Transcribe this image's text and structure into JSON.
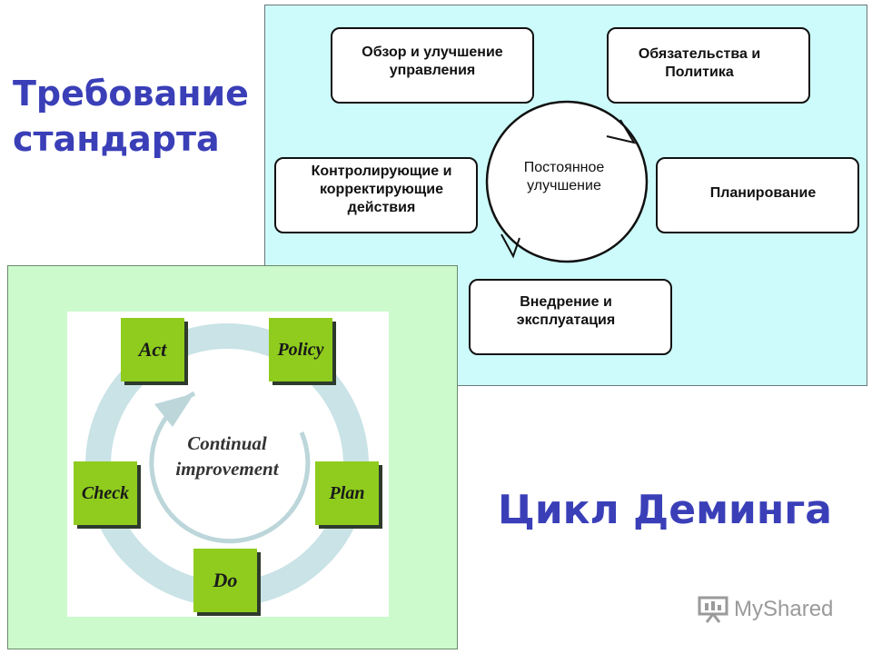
{
  "left_title": [
    "Требование",
    "стандарта"
  ],
  "iso_cycle": {
    "center": [
      "Постоянное",
      "улучшение"
    ],
    "boxes": {
      "review": [
        "Обзор и улучшение",
        "управления"
      ],
      "commitment": [
        "Обязательства и",
        "Политика"
      ],
      "planning": [
        "Планирование"
      ],
      "implementation": [
        "Внедрение и",
        "эксплуатация"
      ],
      "checking": [
        "Контролирующие и",
        "корректирующие",
        "действия"
      ]
    }
  },
  "pdca": {
    "boxes": {
      "act": "Act",
      "policy": "Policy",
      "plan": "Plan",
      "do": "Do",
      "check": "Check"
    },
    "center": [
      "Continual",
      "improvement"
    ],
    "colors": {
      "box": "#8fcc1e",
      "ring": "#c9e3e6",
      "panel": "#cdfacd"
    }
  },
  "right_title": "Цикл Деминга",
  "watermark": "MyShared",
  "colors": {
    "title": "#3a3fb8",
    "top_panel": "#cdfafa"
  }
}
